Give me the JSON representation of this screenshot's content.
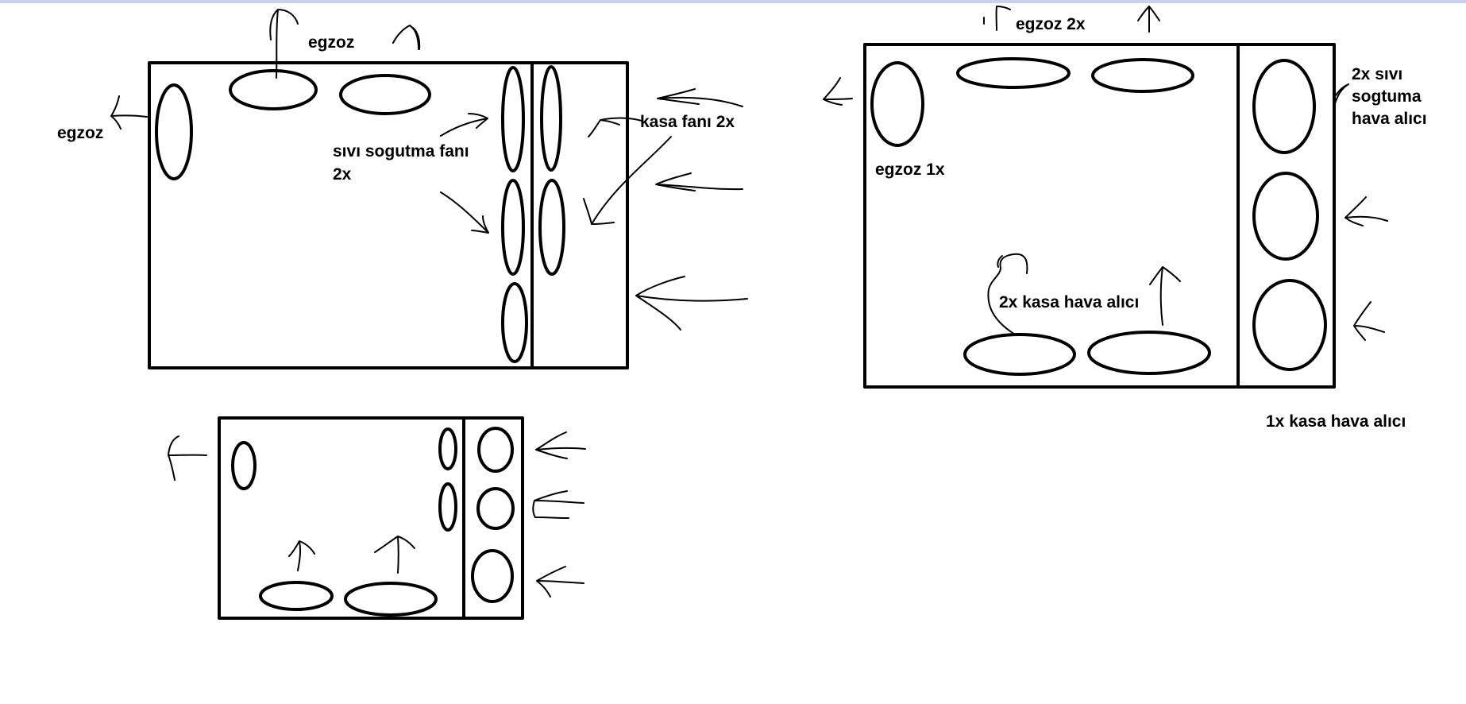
{
  "colors": {
    "ink": "#000000",
    "background": "#ffffff",
    "window_strip": "#c9d3e8"
  },
  "labels": {
    "egzoz_top": "egzoz",
    "egzoz_left": "egzoz",
    "sivi_sogutma_fani": [
      "sıvı sogutma fanı",
      "2x"
    ],
    "kasa_fani": "kasa fanı 2x",
    "egzoz_2x": "egzoz 2x",
    "egzoz_1x": "egzoz 1x",
    "sivi_sogutma_hava_alici": [
      "2x sıvı",
      "sogtuma",
      "hava alıcı"
    ],
    "kasa_hava_alici_2x": "2x kasa hava alıcı",
    "kasa_hava_alici_1x": "1x kasa hava alıcı"
  }
}
